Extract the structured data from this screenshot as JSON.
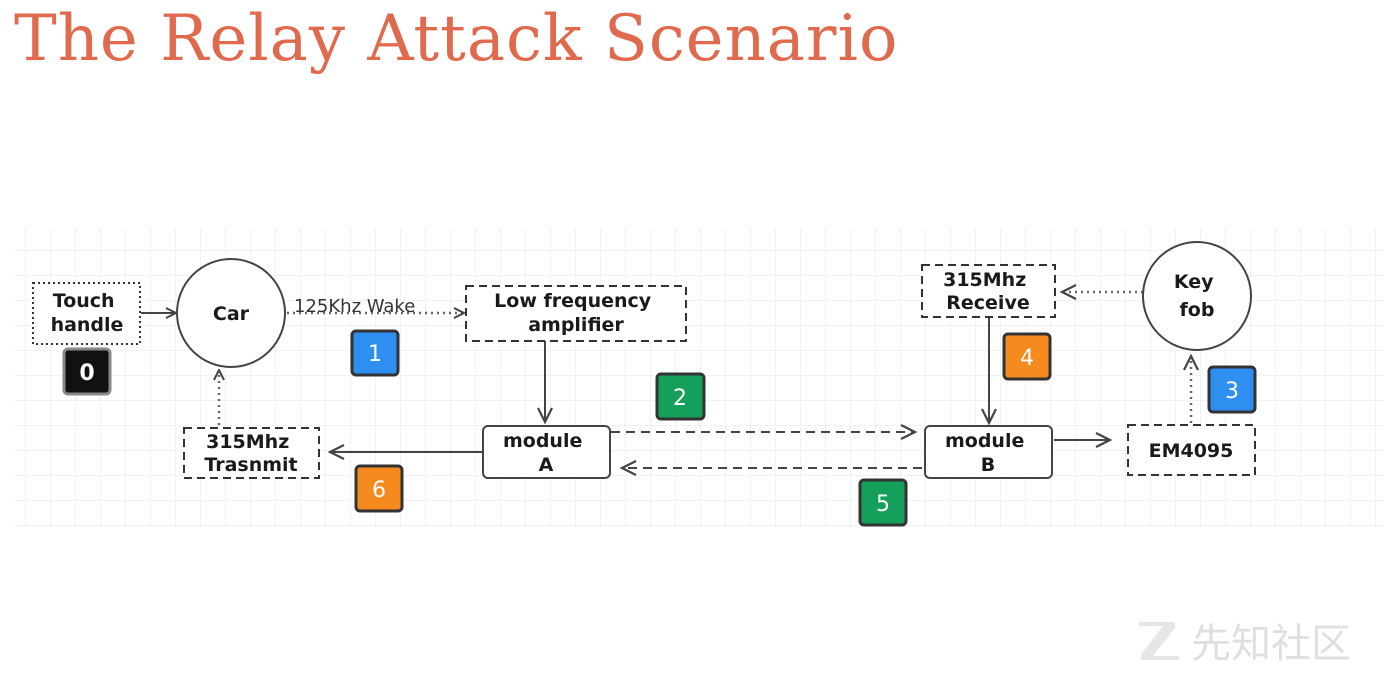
{
  "title": "The Relay Attack Scenario",
  "nodes": {
    "touch_handle": [
      "Touch",
      "handle"
    ],
    "car": "Car",
    "lf_amplifier": [
      "Low frequency",
      "amplifier"
    ],
    "receive_315": [
      "315Mhz",
      "Receive"
    ],
    "key_fob": [
      "Key",
      "fob"
    ],
    "module_a": [
      "module",
      "A"
    ],
    "module_b": [
      "module",
      "B"
    ],
    "transmit_315": [
      "315Mhz",
      "Trasnmit"
    ],
    "em4095": "EM4095"
  },
  "edge_labels": {
    "wake": "125Khz Wake"
  },
  "badges": [
    {
      "label": "0",
      "color": "#111111"
    },
    {
      "label": "1",
      "color": "#2e8ff0"
    },
    {
      "label": "2",
      "color": "#14a05a"
    },
    {
      "label": "3",
      "color": "#2e8ff0"
    },
    {
      "label": "4",
      "color": "#f58a1f"
    },
    {
      "label": "5",
      "color": "#14a05a"
    },
    {
      "label": "6",
      "color": "#f58a1f"
    }
  ],
  "watermark": "先知社区"
}
